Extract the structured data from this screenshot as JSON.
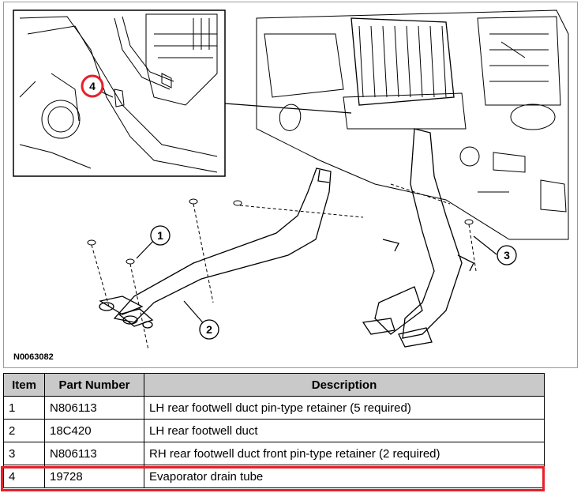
{
  "figure": {
    "id": "N0063082",
    "callouts": [
      "1",
      "2",
      "3",
      "4"
    ]
  },
  "table": {
    "headers": [
      "Item",
      "Part Number",
      "Description"
    ],
    "rows": [
      {
        "item": "1",
        "part": "N806113",
        "desc": "LH rear footwell duct pin-type retainer (5 required)"
      },
      {
        "item": "2",
        "part": "18C420",
        "desc": "LH rear footwell duct"
      },
      {
        "item": "3",
        "part": "N806113",
        "desc": "RH rear footwell duct front pin-type retainer (2 required)"
      },
      {
        "item": "4",
        "part": "19728",
        "desc": "Evaporator drain tube"
      }
    ],
    "highlighted_row": 4,
    "highlight_color": "#e8202a"
  }
}
